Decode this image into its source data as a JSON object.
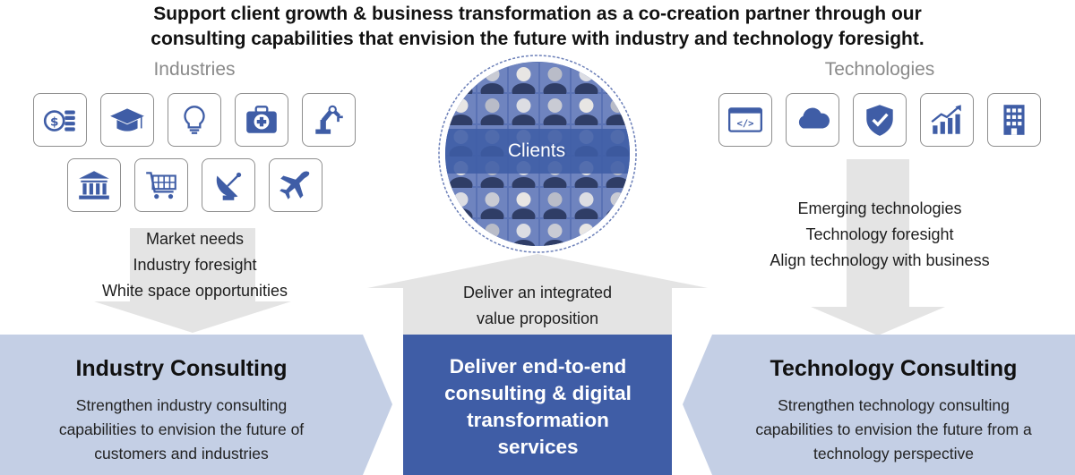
{
  "headline": {
    "line1": "Support client growth & business transformation as a co-creation partner through our",
    "line2": "consulting capabilities that envision the future with industry and technology foresight."
  },
  "industries": {
    "title": "Industries",
    "icons": [
      "finance-icon",
      "education-icon",
      "ideas-icon",
      "healthcare-icon",
      "manufacturing-icon",
      "government-icon",
      "retail-icon",
      "telecom-icon",
      "travel-icon"
    ],
    "points": [
      "Market needs",
      "Industry foresight",
      "White space opportunities"
    ]
  },
  "technologies": {
    "title": "Technologies",
    "icons": [
      "software-icon",
      "cloud-icon",
      "security-icon",
      "analytics-icon",
      "enterprise-icon"
    ],
    "points": [
      "Emerging technologies",
      "Technology foresight",
      "Align technology with business"
    ]
  },
  "clients": {
    "label": "Clients"
  },
  "value": {
    "line1": "Deliver an integrated",
    "line2": "value proposition"
  },
  "industry_consulting": {
    "title": "Industry Consulting",
    "desc": [
      "Strengthen industry consulting",
      "capabilities to envision the future of",
      "customers and industries"
    ]
  },
  "center": {
    "lines": [
      "Deliver end-to-end",
      "consulting & digital",
      "transformation",
      "services"
    ]
  },
  "technology_consulting": {
    "title": "Technology Consulting",
    "desc": [
      "Strengthen technology consulting",
      "capabilities to envision the future from a",
      "technology perspective"
    ]
  },
  "colors": {
    "primary_blue": "#3f5da6",
    "light_blue": "#c4cfe5",
    "arrow_gray": "#e4e4e4",
    "border_gray": "#8f8f8f"
  }
}
